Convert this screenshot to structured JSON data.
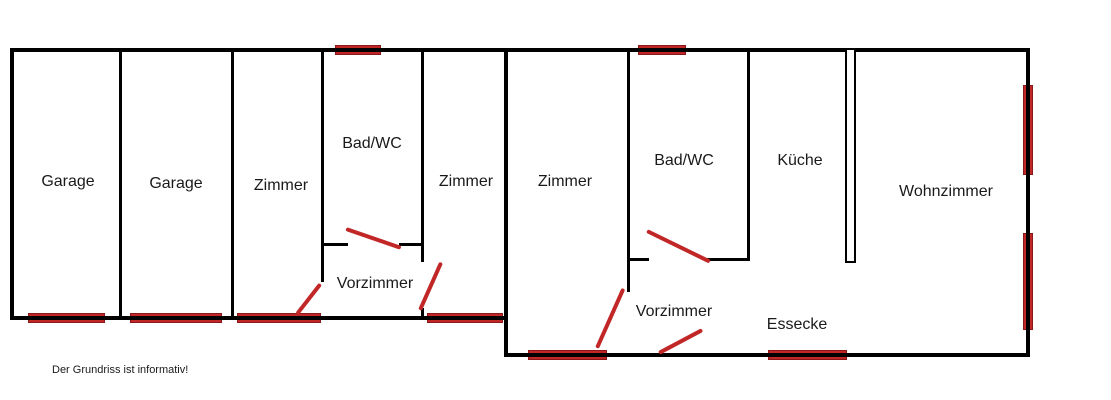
{
  "colors": {
    "wall": "#000000",
    "marker": "#c22727",
    "marker-border": "#8a1818",
    "text": "#1a1a1a",
    "background": "#ffffff"
  },
  "rooms": {
    "garage_1": {
      "label": "Garage"
    },
    "garage_2": {
      "label": "Garage"
    },
    "zimmer_1": {
      "label": "Zimmer"
    },
    "bad_wc_left": {
      "label": "Bad/WC"
    },
    "zimmer_2": {
      "label": "Zimmer"
    },
    "zimmer_3": {
      "label": "Zimmer"
    },
    "bad_wc_right": {
      "label": "Bad/WC"
    },
    "kueche": {
      "label": "Küche"
    },
    "wohnzimmer": {
      "label": "Wohnzimmer"
    },
    "vorzimmer_left": {
      "label": "Vorzimmer"
    },
    "vorzimmer_right": {
      "label": "Vorzimmer"
    },
    "essecke": {
      "label": "Essecke"
    }
  },
  "footnote": "Der Grundriss ist informativ!"
}
